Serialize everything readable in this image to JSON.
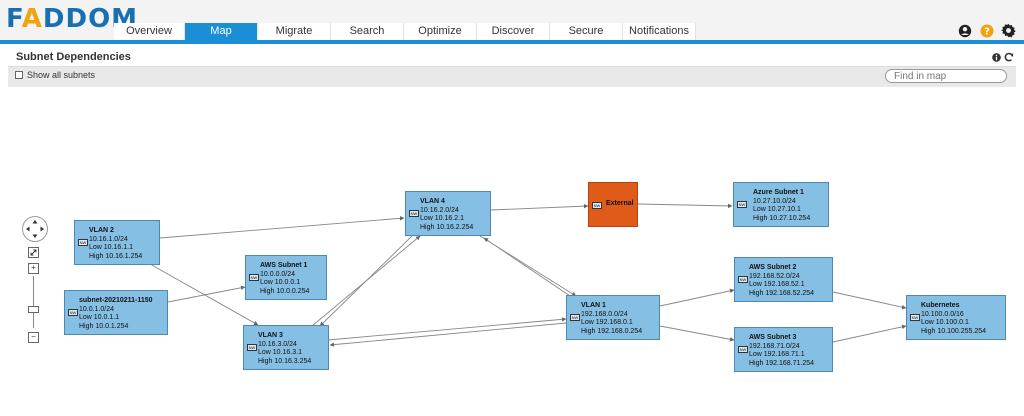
{
  "app": {
    "logo_main": "FADDOM",
    "logo_accent": "A",
    "tabs": [
      {
        "label": "Overview",
        "active": false
      },
      {
        "label": "Map",
        "active": true
      },
      {
        "label": "Migrate",
        "active": false
      },
      {
        "label": "Search",
        "active": false
      },
      {
        "label": "Optimize",
        "active": false
      },
      {
        "label": "Discover",
        "active": false
      },
      {
        "label": "Secure",
        "active": false
      },
      {
        "label": "Notifications",
        "active": false
      }
    ],
    "header_icons": [
      "user-icon",
      "help-icon",
      "settings-icon"
    ]
  },
  "page": {
    "title": "Subnet Dependencies",
    "info_icon": "info-icon",
    "refresh_icon": "refresh-icon",
    "show_all_label": "Show all subnets",
    "show_all_checked": false,
    "search_placeholder": "Find in map"
  },
  "nodes": [
    {
      "name": "VLAN 2",
      "subnet": "10.16.1.0/24",
      "low": "Low 10.16.1.1",
      "high": "High 10.16.1.254"
    },
    {
      "name": "subnet-20210211-1150",
      "subnet": "10.0.1.0/24",
      "low": "Low 10.0.1.1",
      "high": "High 10.0.1.254"
    },
    {
      "name": "AWS Subnet 1",
      "subnet": "10.0.0.0/24",
      "low": "Low 10.0.0.1",
      "high": "High 10.0.0.254"
    },
    {
      "name": "VLAN 3",
      "subnet": "10.16.3.0/24",
      "low": "Low 10.16.3.1",
      "high": "High 10.16.3.254"
    },
    {
      "name": "VLAN 4",
      "subnet": "10.16.2.0/24",
      "low": "Low 10.16.2.1",
      "high": "High 10.16.2.254"
    },
    {
      "name": "External",
      "subnet": "",
      "low": "",
      "high": ""
    },
    {
      "name": "Azure Subnet 1",
      "subnet": "10.27.10.0/24",
      "low": "Low 10.27.10.1",
      "high": "High 10.27.10.254"
    },
    {
      "name": "VLAN 1",
      "subnet": "192.168.0.0/24",
      "low": "Low 192.168.0.1",
      "high": "High 192.168.0.254"
    },
    {
      "name": "AWS Subnet 2",
      "subnet": "192.168.52.0/24",
      "low": "Low 192.168.52.1",
      "high": "High 192.168.52.254"
    },
    {
      "name": "AWS Subnet 3",
      "subnet": "192.168.71.0/24",
      "low": "Low 192.168.71.1",
      "high": "High 192.168.71.254"
    },
    {
      "name": "Kubernetes",
      "subnet": "10.100.0.0/16",
      "low": "Low 10.100.0.1",
      "high": "High 10.100.255.254"
    }
  ],
  "node_icon_text": "NW",
  "zoom_controls": {
    "pan_icon": "pan-control-icon",
    "fit_icon": "fit-to-screen-icon",
    "zoom_in": "+",
    "zoom_out": "−",
    "zoom_min": "−"
  },
  "colors": {
    "accent": "#1a8fd6",
    "node_fill": "#86bfe4",
    "external_fill": "#e05a19",
    "help_orange": "#f2a10f"
  }
}
